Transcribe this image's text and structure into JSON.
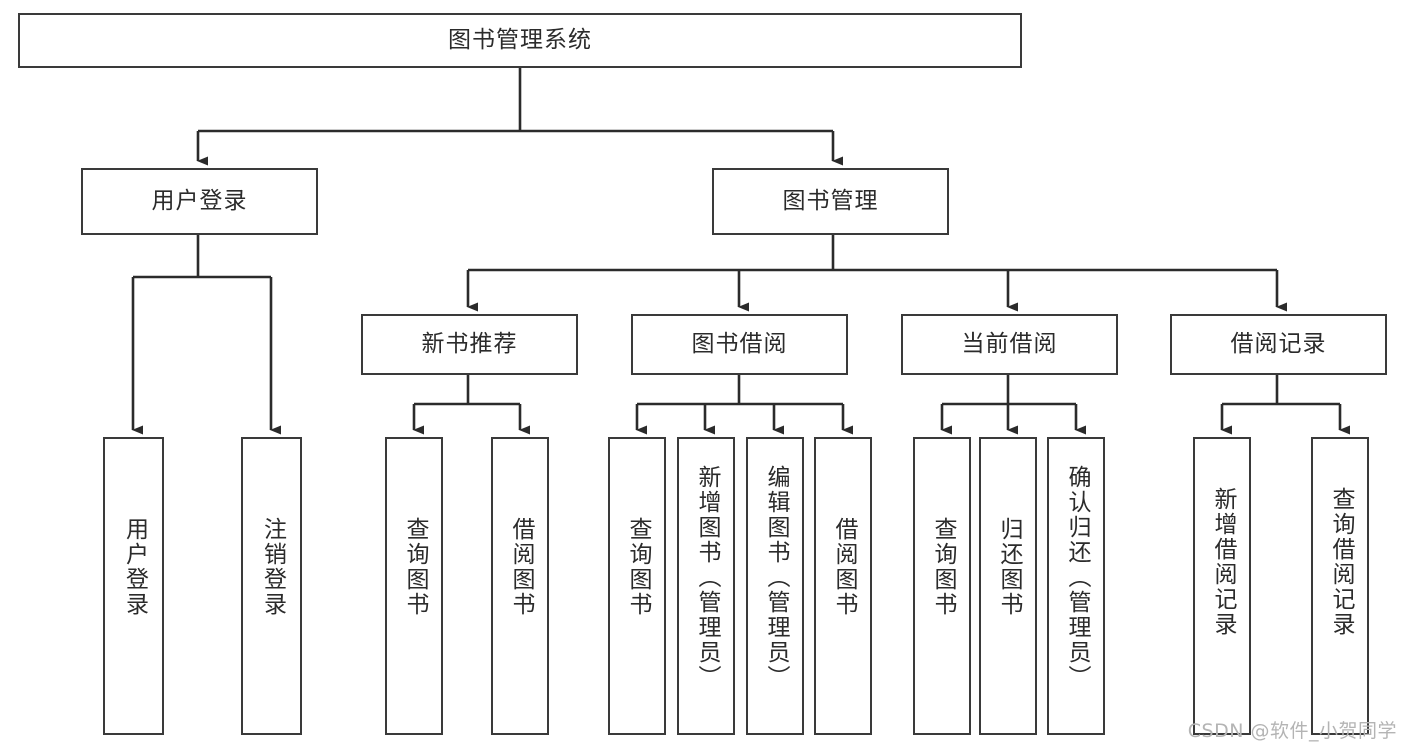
{
  "diagram": {
    "title": "图书管理系统",
    "type": "tree-hierarchy",
    "watermark": "CSDN @软件_小贺同学",
    "colors": {
      "box_border": "#3a3a3a",
      "box_fill": "#ffffff",
      "edge": "#2b2b2b",
      "text": "#2b2b2b",
      "watermark": "#b4b4b4",
      "background": "#ffffff"
    },
    "root": {
      "label": "图书管理系统"
    },
    "level2": [
      {
        "label": "用户登录"
      },
      {
        "label": "图书管理"
      }
    ],
    "level3": [
      {
        "label": "新书推荐"
      },
      {
        "label": "图书借阅"
      },
      {
        "label": "当前借阅"
      },
      {
        "label": "借阅记录"
      }
    ],
    "leaves": {
      "user_login": [
        {
          "label": "用户登录"
        },
        {
          "label": "注销登录"
        }
      ],
      "new_book_recommend": [
        {
          "label": "查询图书"
        },
        {
          "label": "借阅图书"
        }
      ],
      "book_borrow": [
        {
          "label": "查询图书"
        },
        {
          "label": "新增图书（管理员）"
        },
        {
          "label": "编辑图书（管理员）"
        },
        {
          "label": "借阅图书"
        }
      ],
      "current_borrow": [
        {
          "label": "查询图书"
        },
        {
          "label": "归还图书"
        },
        {
          "label": "确认归还（管理员）"
        }
      ],
      "borrow_records": [
        {
          "label": "新增借阅记录"
        },
        {
          "label": "查询借阅记录"
        }
      ]
    }
  }
}
